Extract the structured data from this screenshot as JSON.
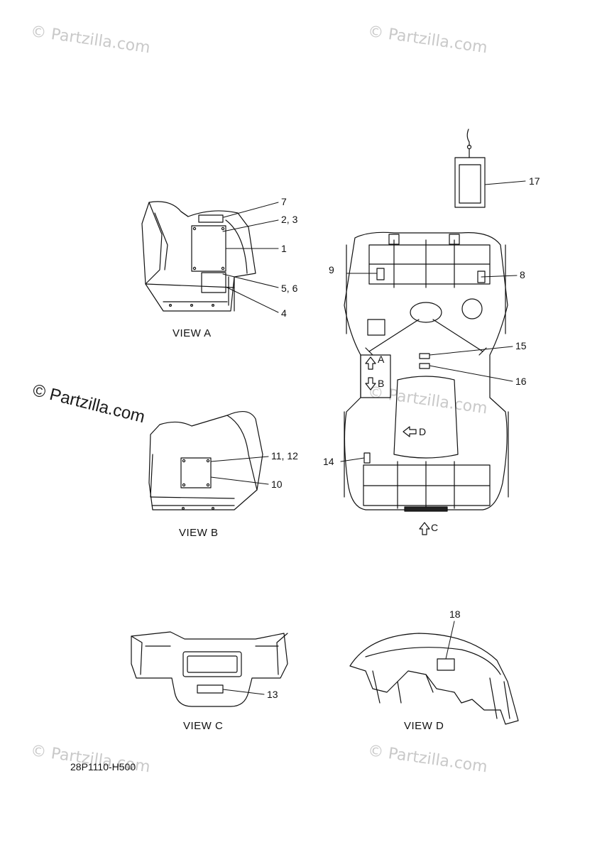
{
  "watermarks": {
    "faint": "© Partzilla.com",
    "dark": "© Partzilla.com"
  },
  "views": {
    "a": "VIEW A",
    "b": "VIEW B",
    "c": "VIEW C",
    "d": "VIEW D"
  },
  "arrows": {
    "a": "A",
    "b": "B",
    "c": "C",
    "d": "D"
  },
  "callouts": {
    "c1": "1",
    "c23": "2, 3",
    "c4": "4",
    "c56": "5, 6",
    "c7": "7",
    "c8": "8",
    "c9": "9",
    "c10": "10",
    "c1112": "11, 12",
    "c13": "13",
    "c14": "14",
    "c15": "15",
    "c16": "16",
    "c17": "17",
    "c18": "18"
  },
  "part_code": "28P1110-H500"
}
